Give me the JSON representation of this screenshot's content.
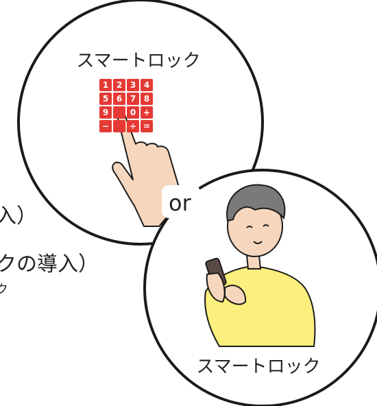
{
  "left_text": {
    "line1": "入）",
    "line2": "クの導入）",
    "line3": "ク"
  },
  "top_circle": {
    "label": "スマートロック",
    "keypad": [
      "1",
      "2",
      "3",
      "4",
      "5",
      "6",
      "7",
      "8",
      "9",
      "",
      "0",
      "+",
      "−",
      "",
      "÷",
      "="
    ]
  },
  "or_label": "or",
  "bottom_circle": {
    "label": "スマートロック"
  },
  "colors": {
    "keypad": "#e53935",
    "skin": "#f6d7bd",
    "shirt": "#fbef7d",
    "hair": "#7a7a7a",
    "phone": "#5b4a44",
    "outline": "#1a1a1a"
  }
}
